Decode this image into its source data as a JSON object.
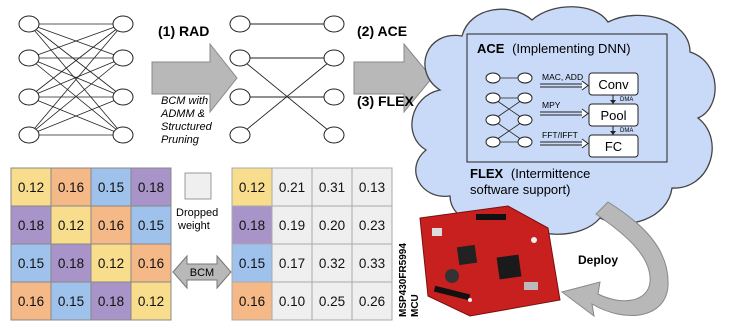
{
  "steps": {
    "rad": "(1) RAD",
    "ace": "(2) ACE",
    "flex": "(3) FLEX"
  },
  "rad_caption": [
    "BCM with",
    "ADMM &",
    "Structured",
    "Pruning"
  ],
  "cloud": {
    "ace_title_bold": "ACE",
    "ace_title_rest": "(Implementing DNN)",
    "ops": {
      "mac_add": "MAC, ADD",
      "mpy": "MPY",
      "fft": "FFT/IFFT"
    },
    "blocks": [
      "Conv",
      "Pool",
      "FC"
    ],
    "dma": "DMA",
    "flex_bold": "FLEX",
    "flex_rest_1": "(Intermittence",
    "flex_rest_2": "software support)"
  },
  "dropped_weight": [
    "Dropped",
    "weight"
  ],
  "bcm_label": "BCM",
  "deploy_label": "Deploy",
  "mcu_label": [
    "MSP430FR5994",
    "MCU"
  ],
  "left_matrix": [
    [
      "0.12",
      "0.16",
      "0.15",
      "0.18"
    ],
    [
      "0.18",
      "0.12",
      "0.16",
      "0.15"
    ],
    [
      "0.15",
      "0.18",
      "0.12",
      "0.16"
    ],
    [
      "0.16",
      "0.15",
      "0.18",
      "0.12"
    ]
  ],
  "right_matrix": [
    [
      "0.12",
      "0.21",
      "0.31",
      "0.13"
    ],
    [
      "0.18",
      "0.19",
      "0.20",
      "0.23"
    ],
    [
      "0.15",
      "0.17",
      "0.32",
      "0.33"
    ],
    [
      "0.16",
      "0.10",
      "0.25",
      "0.26"
    ]
  ],
  "colors": {
    "yellow": "#f7dd8c",
    "orange": "#f4b987",
    "blue": "#9fc2ec",
    "purple": "#a894c8",
    "gray": "#efefef",
    "cloud_fill": "#c9daf8",
    "arrow_gray": "#b8b8b8",
    "board_red": "#c8201e"
  }
}
